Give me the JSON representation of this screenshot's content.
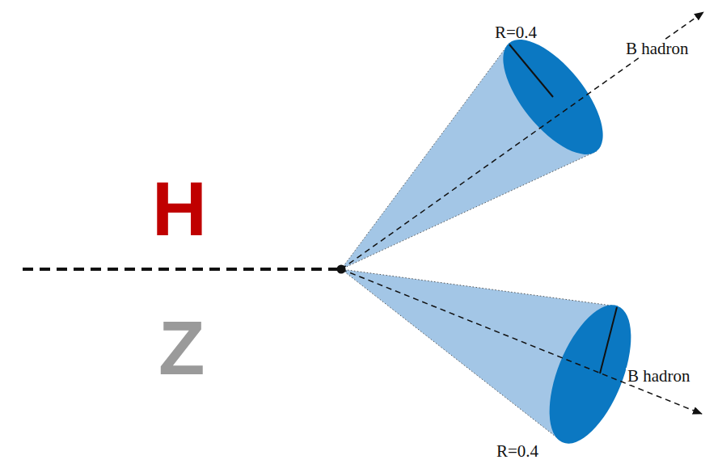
{
  "diagram": {
    "labels": [
      "R=0.4",
      "B hadron",
      "H",
      "Z",
      "B hadron",
      "R=0.4"
    ]
  }
}
